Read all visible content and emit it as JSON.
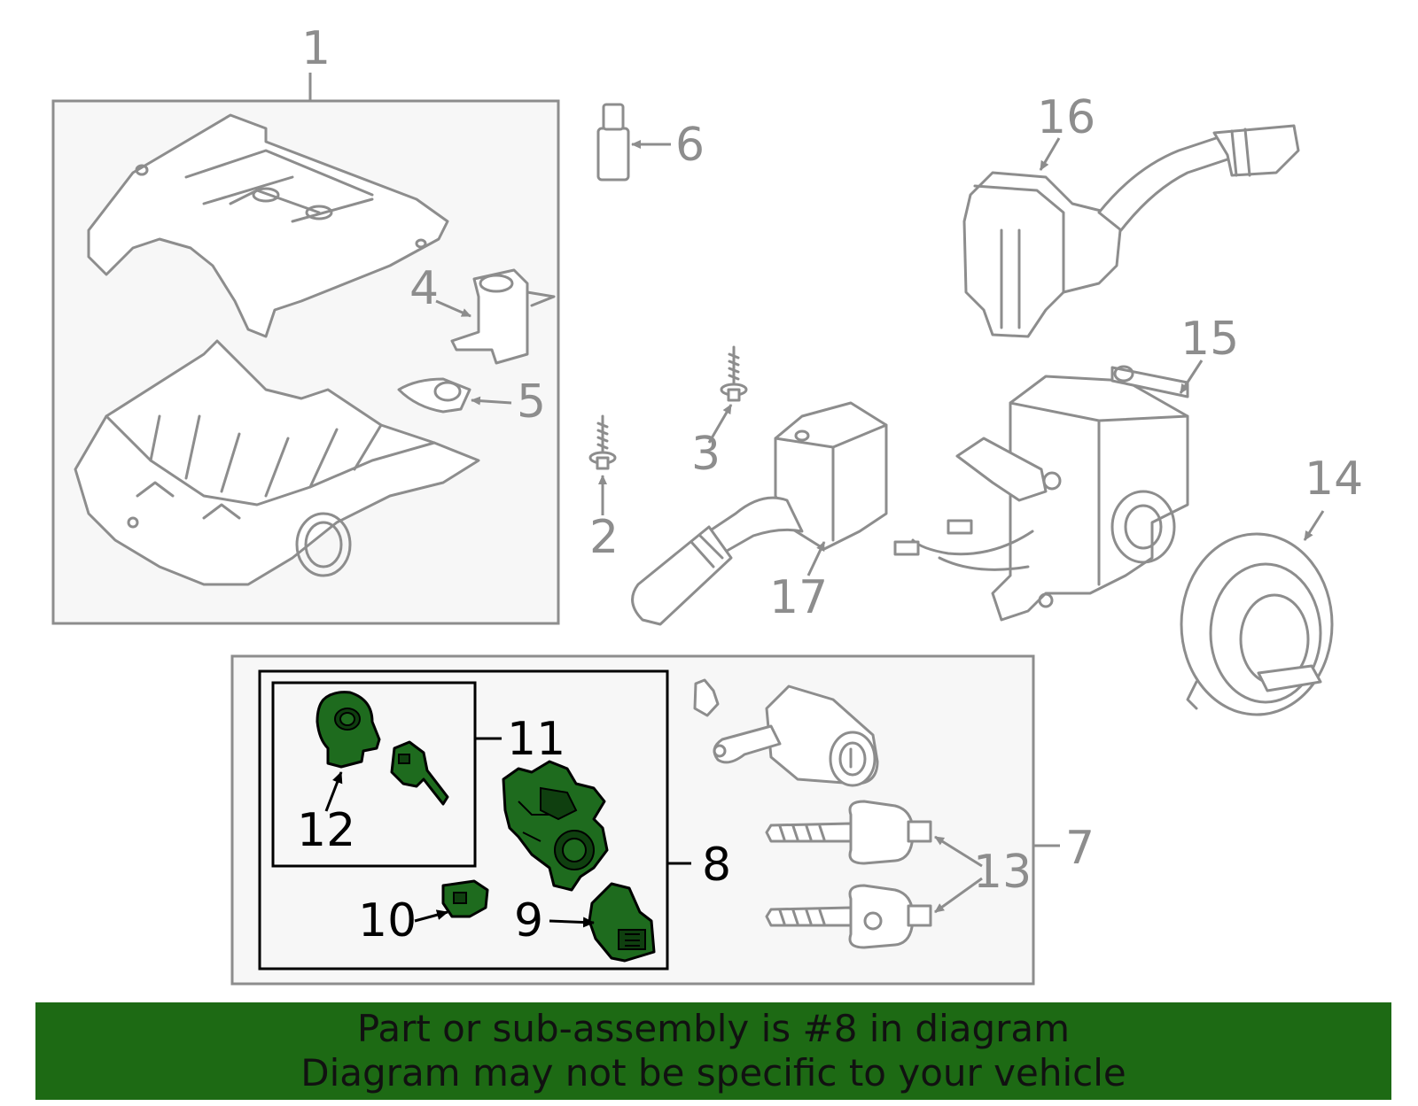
{
  "callouts": {
    "c1": "1",
    "c2": "2",
    "c3": "3",
    "c4": "4",
    "c5": "5",
    "c6": "6",
    "c7": "7",
    "c8": "8",
    "c9": "9",
    "c10": "10",
    "c11": "11",
    "c12": "12",
    "c13": "13",
    "c14": "14",
    "c15": "15",
    "c16": "16",
    "c17": "17"
  },
  "highlight_color": "#1e6b1e",
  "banner": {
    "line1": "Part or sub-assembly is #8 in diagram",
    "line2": "Diagram may not be specific to your vehicle",
    "background": "#1d6a14"
  }
}
